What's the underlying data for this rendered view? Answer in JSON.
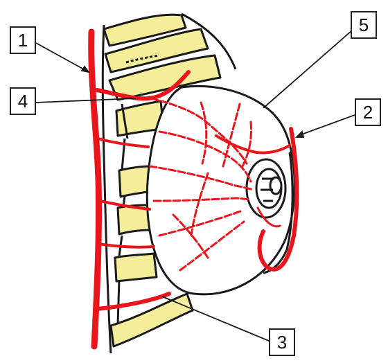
{
  "labels": {
    "one": "1",
    "two": "2",
    "three": "3",
    "four": "4",
    "five": "5"
  },
  "colors": {
    "vessel": "#e8161c",
    "rib": "#f4ee9a",
    "outline": "#1a1a1a",
    "background": "#ffffff"
  }
}
